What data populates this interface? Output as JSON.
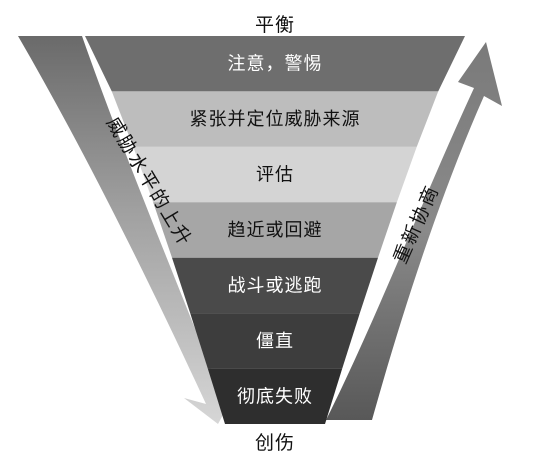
{
  "top_label": "平衡",
  "bottom_label": "创伤",
  "left_arrow_label": "威胁水平的上升",
  "right_arrow_label": "重新协商",
  "layers": [
    {
      "label": "注意，警惕",
      "fill": "#6e6e6e",
      "text_color": "#ffffff"
    },
    {
      "label": "紧张并定位威胁来源",
      "fill": "#bdbdbd",
      "text_color": "#111111"
    },
    {
      "label": "评估",
      "fill": "#d4d4d4",
      "text_color": "#111111"
    },
    {
      "label": "趋近或回避",
      "fill": "#a6a6a6",
      "text_color": "#111111"
    },
    {
      "label": "战斗或逃跑",
      "fill": "#4a4a4a",
      "text_color": "#ffffff"
    },
    {
      "label": "僵直",
      "fill": "#3d3d3d",
      "text_color": "#ffffff"
    },
    {
      "label": "彻底失败",
      "fill": "#2e2e2e",
      "text_color": "#ffffff"
    }
  ]
}
